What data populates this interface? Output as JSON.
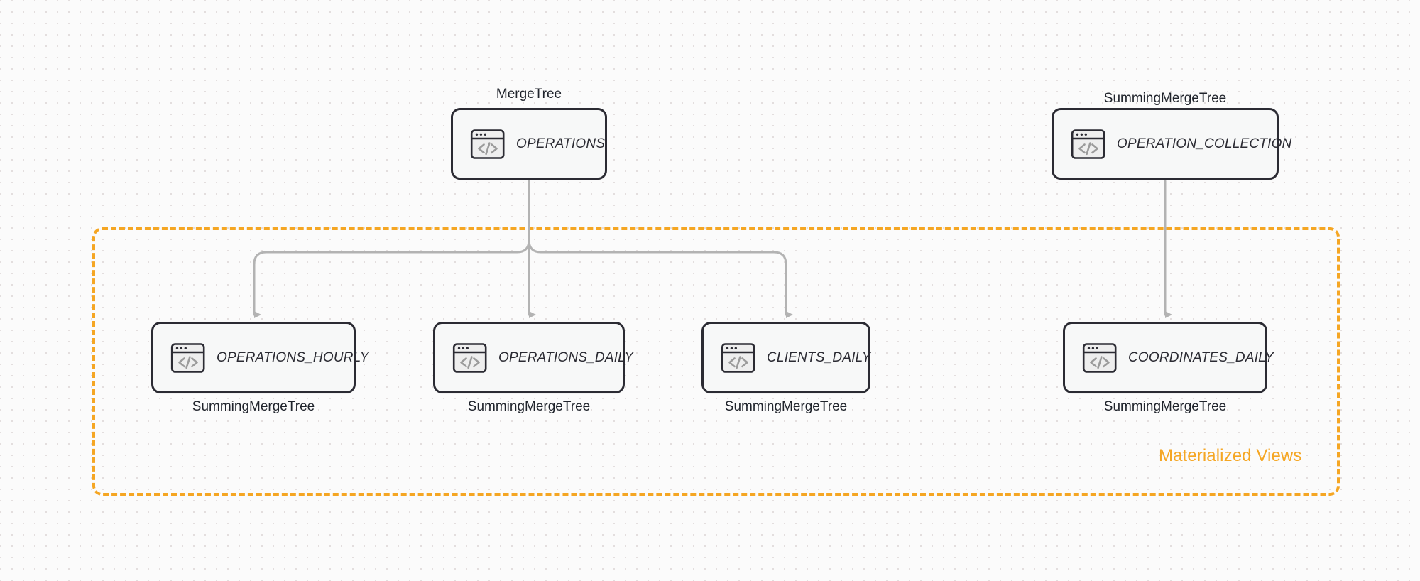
{
  "diagram": {
    "title": "ClickHouse table engine / materialized view topology",
    "background_color": "#fbfbfb",
    "accent_color": "#f5a623",
    "node_border_color": "#2b2b33",
    "node_fill_color": "#f7f8f8",
    "edge_color": "#b3b3b3"
  },
  "group": {
    "label": "Materialized Views",
    "color": "#f5a623",
    "style": "dashed"
  },
  "nodes": [
    {
      "id": "operations",
      "name": "OPERATIONS",
      "engine": "MergeTree",
      "engine_position": "above",
      "icon": "code-window-icon"
    },
    {
      "id": "operation_collection",
      "name": "OPERATION_COLLECTION",
      "engine": "SummingMergeTree",
      "engine_position": "above",
      "icon": "code-window-icon"
    },
    {
      "id": "operations_hourly",
      "name": "OPERATIONS_HOURLY",
      "engine": "SummingMergeTree",
      "engine_position": "below",
      "icon": "code-window-icon"
    },
    {
      "id": "operations_daily",
      "name": "OPERATIONS_DAILY",
      "engine": "SummingMergeTree",
      "engine_position": "below",
      "icon": "code-window-icon"
    },
    {
      "id": "clients_daily",
      "name": "CLIENTS_DAILY",
      "engine": "SummingMergeTree",
      "engine_position": "below",
      "icon": "code-window-icon"
    },
    {
      "id": "coordinates_daily",
      "name": "COORDINATES_DAILY",
      "engine": "SummingMergeTree",
      "engine_position": "below",
      "icon": "code-window-icon"
    }
  ],
  "edges": [
    {
      "from": "operations",
      "to": "operations_hourly"
    },
    {
      "from": "operations",
      "to": "operations_daily"
    },
    {
      "from": "operations",
      "to": "clients_daily"
    },
    {
      "from": "operation_collection",
      "to": "coordinates_daily"
    }
  ]
}
